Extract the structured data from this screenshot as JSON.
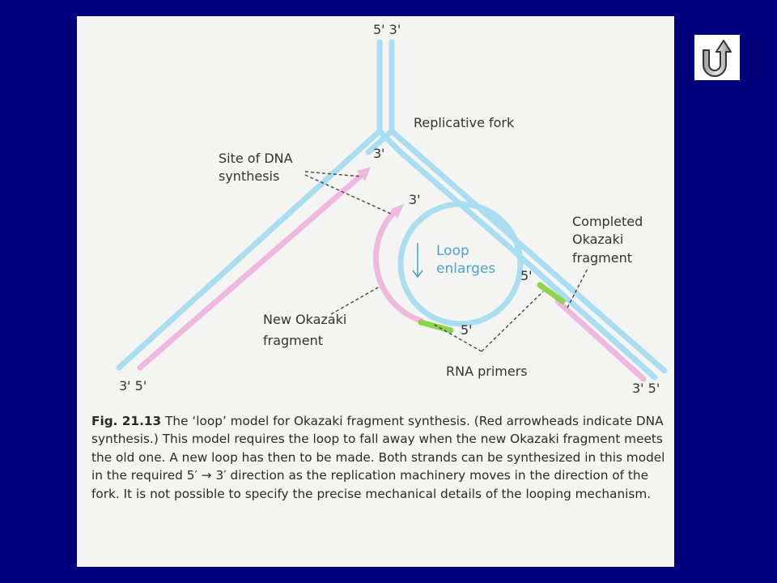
{
  "diagram": {
    "labels": {
      "top_ends": "5' 3'",
      "replicative_fork": "Replicative fork",
      "site_line1": "Site of DNA",
      "site_line2": "synthesis",
      "three_prime_upper": "3'",
      "three_prime_lower": "3'",
      "loop_line1": "Loop",
      "loop_line2": "enlarges",
      "completed_line1": "Completed",
      "completed_line2": "Okazaki",
      "completed_line3": "fragment",
      "five_prime_right": "5'",
      "five_prime_loop": "5'",
      "new_okazaki_line1": "New Okazaki",
      "new_okazaki_line2": "fragment",
      "rna_primers": "RNA primers",
      "left_ends": "3' 5'",
      "right_ends": "3' 5'"
    },
    "colors": {
      "parent_strand": "#a9def0",
      "new_strand": "#efb8df",
      "rna_primer": "#8fd24b",
      "loop_text": "#4aa6cf"
    }
  },
  "caption": {
    "fig_number": "Fig. 21.13",
    "text": "The ‘loop’ model for Okazaki fragment synthesis. (Red arrowheads indicate DNA synthesis.) This model requires the loop to fall away when the new Okazaki fragment meets the old one. A new loop has then to be made. Both strands can be synthesized in this model in the required 5′ → 3′ direction as the replication machinery moves in the direction of the fork. It is not possible to specify the precise mechanical details of the looping mechanism."
  },
  "back_button": {
    "icon": "u-turn-back-icon"
  }
}
